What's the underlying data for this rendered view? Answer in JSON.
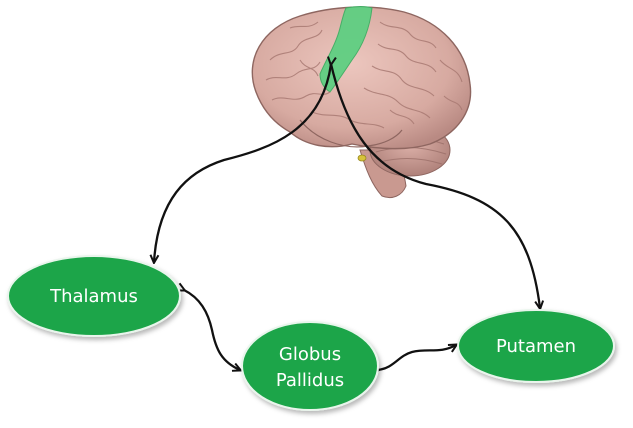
{
  "nodes": {
    "thalamus": {
      "label": "Thalamus"
    },
    "globus_pallidus": {
      "label_line1": "Globus",
      "label_line2": "Pallidus"
    },
    "putamen": {
      "label": "Putamen"
    }
  },
  "colors": {
    "node_fill": "#1aa548",
    "node_stroke": "#e9f5ec",
    "node_text": "#ffffff",
    "arrow": "#111111",
    "motor_cortex_highlight": "#5fcf82",
    "brain_tissue": "#d9b0a8",
    "cerebellum": "#c99a92"
  },
  "illustration": {
    "brain": "brain-illustration",
    "highlight": "motor-cortex"
  }
}
